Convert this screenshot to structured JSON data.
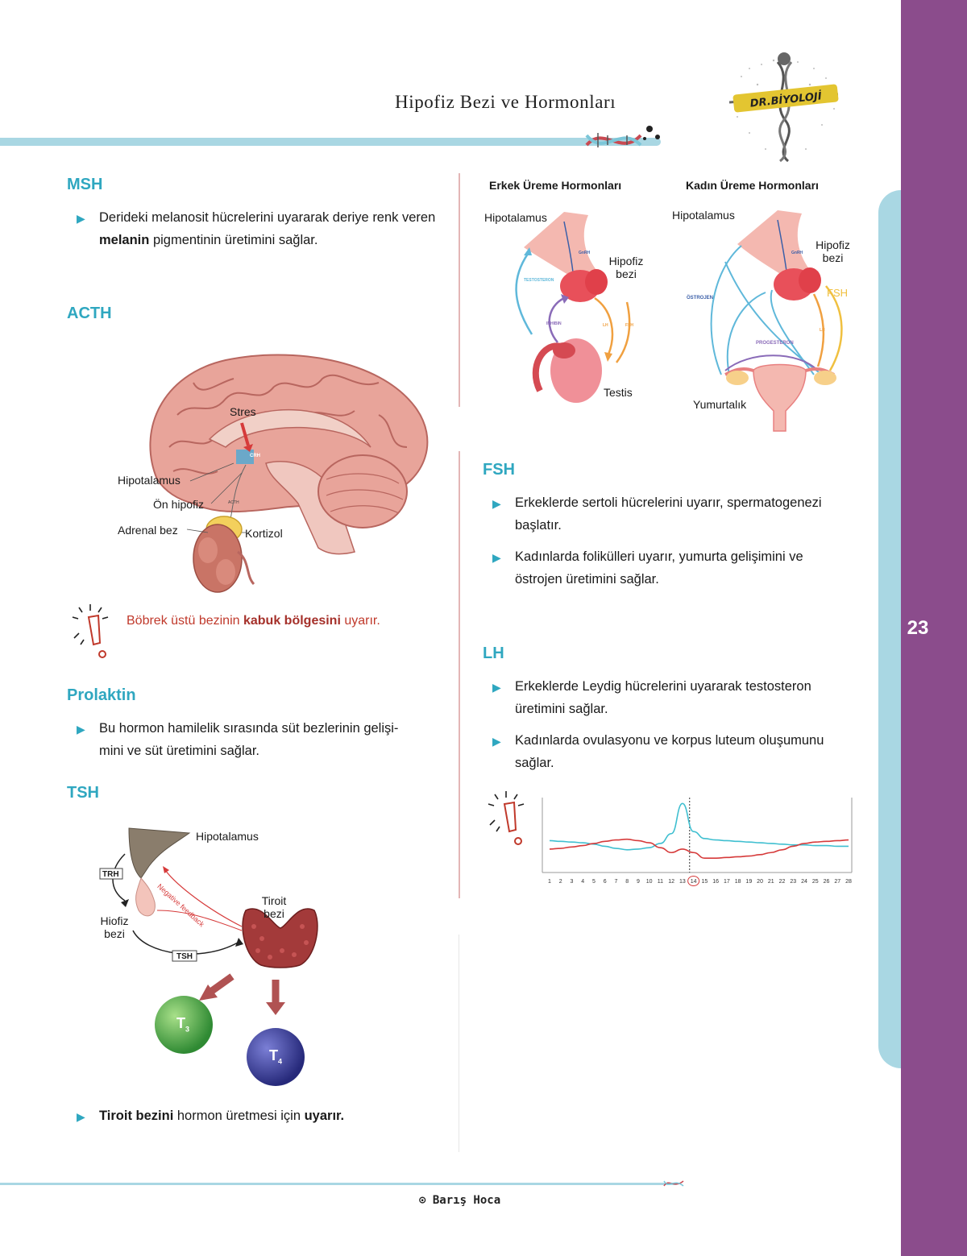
{
  "header": {
    "title": "Hipofiz Bezi ve Hormonları",
    "logo_text": "DR.BİYOLOJİ"
  },
  "page_number": "23",
  "left": {
    "msh": {
      "heading": "MSH",
      "bullet_pre": "Derideki melanosit hücrelerini uyararak deriye renk veren ",
      "bullet_bold": "melanin",
      "bullet_post": " pigmentinin üretimini sağlar."
    },
    "acth": {
      "heading": "ACTH",
      "labels": {
        "stres": "Stres",
        "hipotalamus": "Hipotalamus",
        "on_hipofiz": "Ön hipofiz",
        "adrenal": "Adrenal bez",
        "kortizol": "Kortizol",
        "crh": "CRH",
        "acth_small": "ACTH"
      },
      "warning_pre": "Böbrek üstü bezinin ",
      "warning_bold": "kabuk bölgesini",
      "warning_post": " uyarır."
    },
    "prolaktin": {
      "heading": "Prolaktin",
      "bullet_line1": "Bu hormon hamilelik sırasında süt bezlerinin gelişi-",
      "bullet_line2": "mini ve süt üretimini sağlar."
    },
    "tsh": {
      "heading": "TSH",
      "labels": {
        "hipotalamus": "Hipotalamus",
        "trh": "TRH",
        "hiofiz": "Hiofiz",
        "bezi": "bezi",
        "tsh": "TSH",
        "tiroit": "Tiroit",
        "tiroit_bezi": "bezi",
        "feedback": "Negative feedback",
        "t3": "T",
        "t3_sub": "3",
        "t4": "T",
        "t4_sub": "4"
      },
      "bullet_bold1": "Tiroit bezini",
      "bullet_mid": " hormon üretmesi için ",
      "bullet_bold2": "uyarır."
    }
  },
  "right": {
    "male": {
      "title": "Erkek Üreme Hormonları",
      "hipotalamus": "Hipotalamus",
      "hipofiz": "Hipofiz",
      "bezi": "bezi",
      "testis": "Testis",
      "gnrh": "GnRH",
      "testosteron": "TESTOSTERON",
      "inhibin": "INHIBIN",
      "lh": "LH",
      "fsh": "FSH"
    },
    "female": {
      "title": "Kadın Üreme Hormonları",
      "hipotalamus": "Hipotalamus",
      "hipofiz": "Hipofiz",
      "bezi": "bezi",
      "yumurtalik": "Yumurtalık",
      "gnrh": "GnRH",
      "ostrojen": "ÖSTROJEN",
      "progesteron": "PROGESTERON",
      "lh": "LH",
      "fsh": "FSH"
    },
    "fsh": {
      "heading": "FSH",
      "bullet1_line1": "Erkeklerde sertoli hücrelerini uyarır, spermatogenezi",
      "bullet1_line2": "başlatır.",
      "bullet2_line1": "Kadınlarda folikülleri uyarır, yumurta gelişimini ve",
      "bullet2_line2": "östrojen üretimini sağlar."
    },
    "lh": {
      "heading": "LH",
      "bullet1_line1": "Erkeklerde Leydig hücrelerini uyararak testosteron",
      "bullet1_line2": "üretimini sağlar.",
      "bullet2_line1": "Kadınlarda ovulasyonu ve korpus luteum oluşumunu",
      "bullet2_line2": "sağlar."
    }
  },
  "chart_data": {
    "type": "line",
    "x": [
      1,
      2,
      3,
      4,
      5,
      6,
      7,
      8,
      9,
      10,
      11,
      12,
      13,
      14,
      15,
      16,
      17,
      18,
      19,
      20,
      21,
      22,
      23,
      24,
      25,
      26,
      27,
      28
    ],
    "highlighted_x": 14,
    "colors": {
      "blue": "#3fbfd0",
      "red": "#d63a3a"
    },
    "series": [
      {
        "values": [
          0.42,
          0.41,
          0.4,
          0.39,
          0.37,
          0.34,
          0.31,
          0.29,
          0.3,
          0.32,
          0.38,
          0.52,
          0.95,
          0.55,
          0.45,
          0.43,
          0.42,
          0.41,
          0.4,
          0.39,
          0.38,
          0.37,
          0.36,
          0.36,
          0.35,
          0.35,
          0.34,
          0.34
        ]
      },
      {
        "values": [
          0.3,
          0.31,
          0.33,
          0.35,
          0.38,
          0.41,
          0.43,
          0.44,
          0.42,
          0.39,
          0.32,
          0.25,
          0.3,
          0.25,
          0.17,
          0.17,
          0.18,
          0.19,
          0.2,
          0.22,
          0.25,
          0.29,
          0.34,
          0.38,
          0.4,
          0.41,
          0.42,
          0.43
        ]
      }
    ]
  },
  "footer": {
    "text": "⊙ Barış Hoca"
  }
}
